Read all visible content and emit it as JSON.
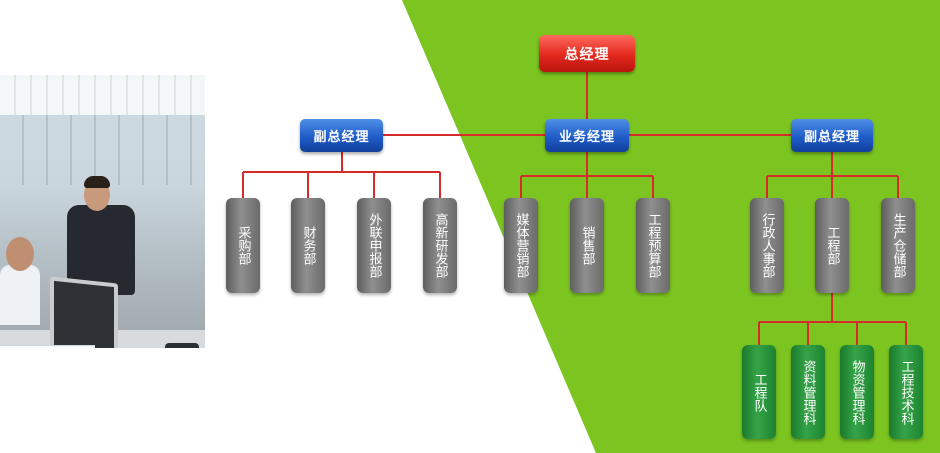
{
  "colors": {
    "background_green": "#7cc520",
    "line": "#d62b2b",
    "top_box": "#e3281d",
    "blue_box": "#1f5cc8",
    "gray_box": "#7a7a7a",
    "green_box": "#2a9a3e"
  },
  "chart": {
    "top": "总经理",
    "level2": [
      "副总经理",
      "业务经理",
      "副总经理"
    ],
    "departments": [
      [
        "采购部",
        "财务部",
        "外联申报部",
        "高新研发部"
      ],
      [
        "媒体营销部",
        "销售部",
        "工程预算部"
      ],
      [
        "行政人事部",
        "工程部",
        "生产仓储部"
      ]
    ],
    "engineering_sections": [
      "工程队",
      "资料管理科",
      "物资管理科",
      "工程技术科"
    ]
  }
}
